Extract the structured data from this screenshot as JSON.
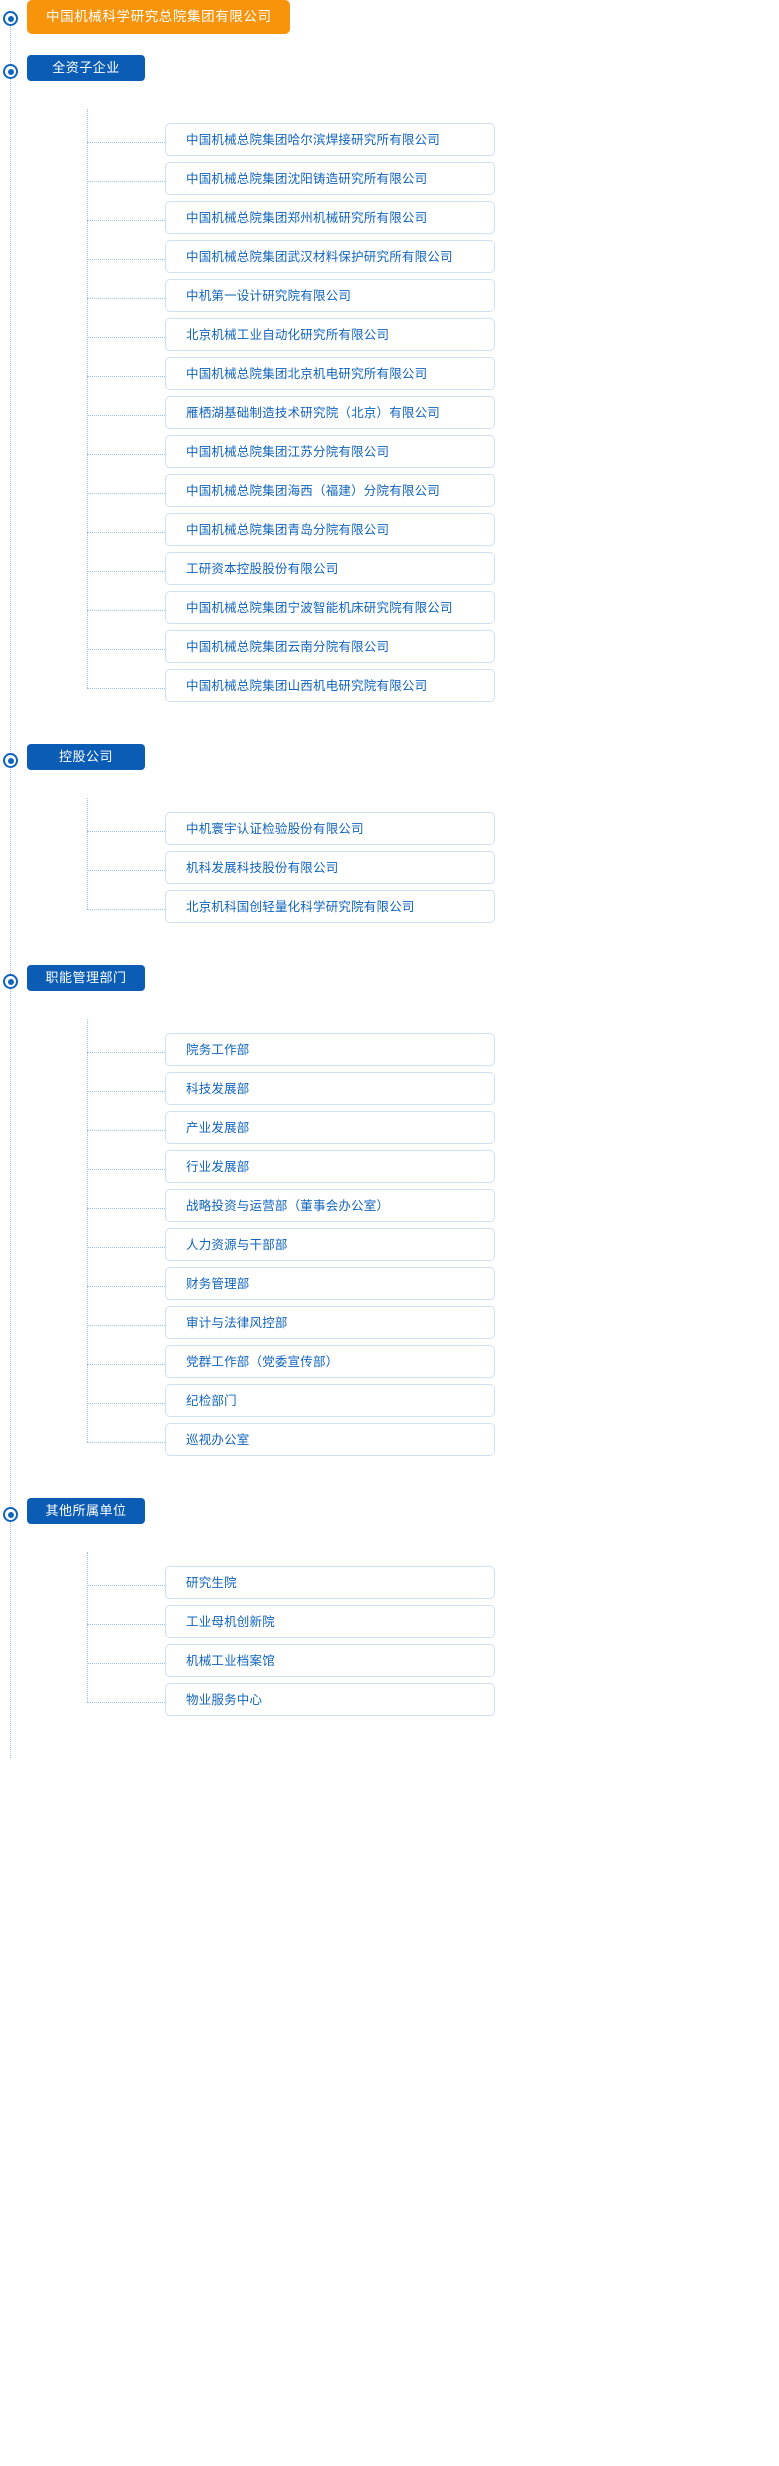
{
  "colors": {
    "root_chip_bg": "#f8940c",
    "group_chip_bg": "#0b5cb5",
    "card_border": "#cfe0f2",
    "card_text": "#1164bd",
    "connector": "#9cc0e0",
    "dot_ring": "#1064bd",
    "page_bg": "#ffffff"
  },
  "root": {
    "label": "中国机械科学研究总院集团有限公司"
  },
  "groups": [
    {
      "label": "全资子企业",
      "items": [
        "中国机械总院集团哈尔滨焊接研究所有限公司",
        "中国机械总院集团沈阳铸造研究所有限公司",
        "中国机械总院集团郑州机械研究所有限公司",
        "中国机械总院集团武汉材料保护研究所有限公司",
        "中机第一设计研究院有限公司",
        "北京机械工业自动化研究所有限公司",
        "中国机械总院集团北京机电研究所有限公司",
        "雁栖湖基础制造技术研究院（北京）有限公司",
        "中国机械总院集团江苏分院有限公司",
        "中国机械总院集团海西（福建）分院有限公司",
        "中国机械总院集团青岛分院有限公司",
        "工研资本控股股份有限公司",
        "中国机械总院集团宁波智能机床研究院有限公司",
        "中国机械总院集团云南分院有限公司",
        "中国机械总院集团山西机电研究院有限公司"
      ]
    },
    {
      "label": "控股公司",
      "items": [
        "中机寰宇认证检验股份有限公司",
        "机科发展科技股份有限公司",
        "北京机科国创轻量化科学研究院有限公司"
      ]
    },
    {
      "label": "职能管理部门",
      "items": [
        "院务工作部",
        "科技发展部",
        "产业发展部",
        "行业发展部",
        "战略投资与运营部（董事会办公室）",
        "人力资源与干部部",
        "财务管理部",
        "审计与法律风控部",
        "党群工作部（党委宣传部）",
        "纪检部门",
        "巡视办公室"
      ]
    },
    {
      "label": "其他所属单位",
      "items": [
        "研究生院",
        "工业母机创新院",
        "机械工业档案馆",
        "物业服务中心"
      ]
    }
  ]
}
